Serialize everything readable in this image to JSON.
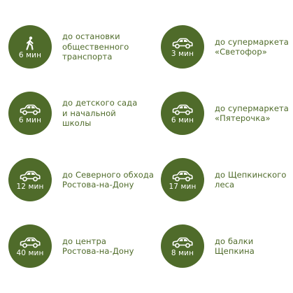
{
  "colors": {
    "accent": "#4f6b2a",
    "text_on_accent": "#ffffff",
    "background": "#ffffff"
  },
  "items": [
    {
      "icon": "walking-person-icon",
      "time": "6 мин",
      "label": "до остановки\nобщественного\nтранспорта"
    },
    {
      "icon": "car-icon",
      "time": "3 мин",
      "label": "до супермаркета\n«Светофор»"
    },
    {
      "icon": "car-icon",
      "time": "6 мин",
      "label": "до детского сада\nи  начальной\nшколы"
    },
    {
      "icon": "car-icon",
      "time": "6 мин",
      "label": "до супермаркета\n«Пятерочка»"
    },
    {
      "icon": "car-icon",
      "time": "12 мин",
      "label": "до Северного обхода\nРостова-на-Дону"
    },
    {
      "icon": "car-icon",
      "time": "17 мин",
      "label": "до Щепкинского\nлеса"
    },
    {
      "icon": "car-icon",
      "time": "40 мин",
      "label": "до центра\nРостова-на-Дону"
    },
    {
      "icon": "car-icon",
      "time": "8 мин",
      "label": "до балки Щепкина"
    }
  ]
}
